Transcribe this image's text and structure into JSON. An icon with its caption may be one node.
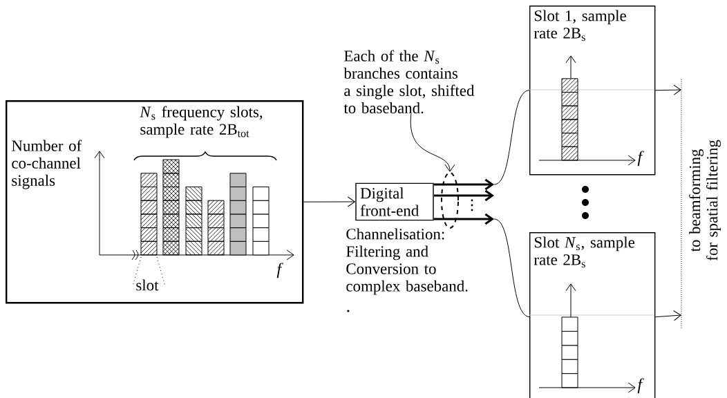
{
  "diagram": {
    "nodes": [
      {
        "text": [
          "Number of co-channel signals",
          "*N*$_{s}$ frequency slots, sample rate 2B$_{tot}$",
          "slot",
          "f"
        ]
      },
      {
        "text": [
          "Digital front-end"
        ],
        "beside": [
          "Channelisation: Filtering and Conversion to complex baseband.",
          "."
        ]
      },
      {
        "text": [
          "Slot 1, sample rate 2B$_{s}$",
          "f"
        ]
      },
      {
        "text": [
          "Slot *N*$_{s}$, sample rate 2B$_{s}$",
          "f"
        ]
      },
      {
        "text": [
          "Each of the *N*$_{s}$ branches contains a single slot, shifted to baseband."
        ]
      },
      {
        "text": [],
        "shape": "ellipse"
      },
      {
        "text": [],
        "shape": "line"
      }
    ],
    "edges": [
      {
        "from": 0,
        "to": 1,
        "arrow": "to"
      },
      {
        "from": 1,
        "to": null,
        "arrow": "to",
        "style": "thick"
      },
      {
        "from": 1,
        "to": null,
        "arrow": "to",
        "style": "thick"
      },
      {
        "from": 1,
        "to": null,
        "arrow": "to",
        "style": "thick"
      },
      {
        "from": null,
        "to": 2,
        "arrow": "none"
      },
      {
        "from": null,
        "to": 3,
        "arrow": "none"
      },
      {
        "from": 4,
        "to": 5,
        "arrow": "to"
      },
      {
        "from": 2,
        "to": 6,
        "arrow": "to"
      },
      {
        "from": 3,
        "to": 6,
        "arrow": "to"
      }
    ],
    "labels": [
      "to beamforming for spatial filtering"
    ]
  }
}
